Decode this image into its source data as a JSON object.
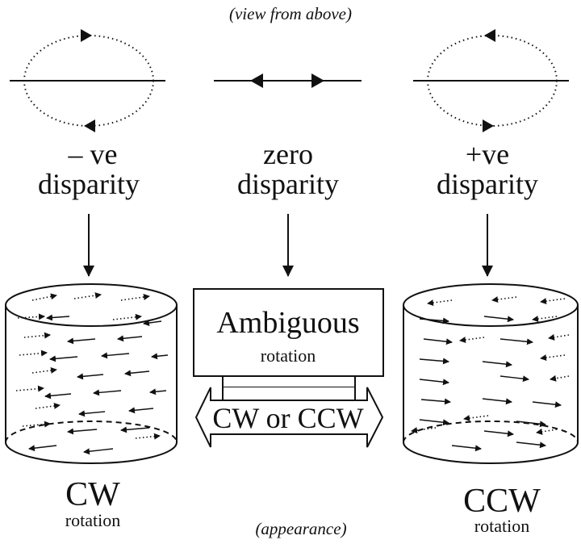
{
  "header": {
    "caption": "(view from above)"
  },
  "footer": {
    "caption": "(appearance)"
  },
  "columns": {
    "left": {
      "line1": "– ve",
      "line2": "disparity",
      "rotation_name": "CW",
      "rotation_word": "rotation"
    },
    "middle": {
      "line1": "zero",
      "line2": "disparity",
      "box_title": "Ambiguous",
      "box_subtitle": "rotation",
      "arrow_label": "CW or CCW"
    },
    "right": {
      "line1": "+ve",
      "line2": "disparity",
      "rotation_name": "CCW",
      "rotation_word": "rotation"
    }
  },
  "colors": {
    "ink": "#111111",
    "paper": "#ffffff"
  }
}
